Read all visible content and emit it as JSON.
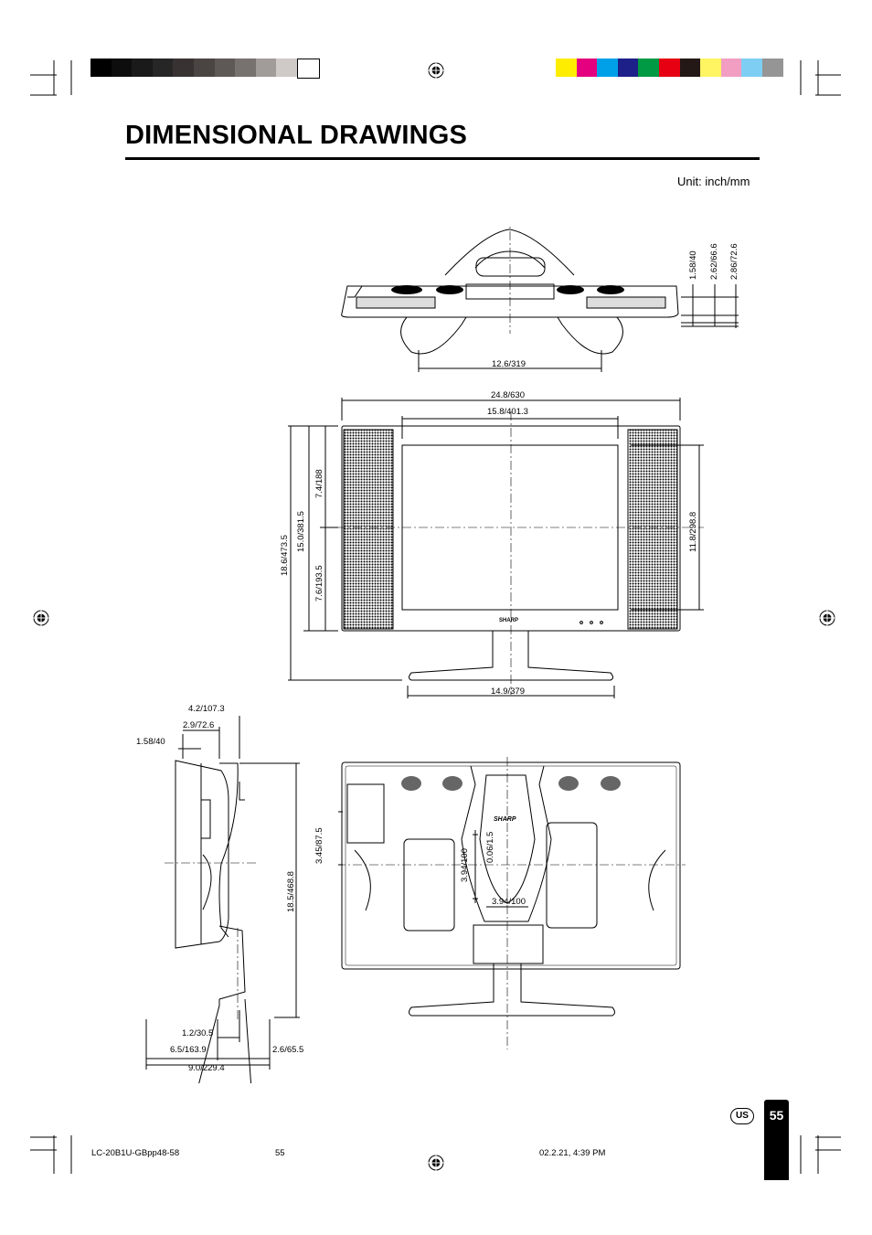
{
  "header": {
    "title": "DIMENSIONAL DRAWINGS",
    "unit_label": "Unit: inch/mm"
  },
  "color_bars": {
    "gray": [
      "#000000",
      "#0d0d0d",
      "#1a1a1a",
      "#262626",
      "#383332",
      "#4a4442",
      "#5e5856",
      "#77716f",
      "#a19b99",
      "#cfc9c7",
      "#ffffff"
    ],
    "color": [
      "#ffed00",
      "#e4007f",
      "#00a0e9",
      "#1d2088",
      "#009944",
      "#e60012",
      "#231815",
      "#fff462",
      "#f19ec2",
      "#7ecef4",
      "#959595"
    ]
  },
  "top_view": {
    "width_label": "12.6/319",
    "depth_labels": [
      "1.58/40",
      "2.62/66.6",
      "2.86/72.6"
    ]
  },
  "front_view": {
    "overall_width": "24.8/630",
    "screen_width": "15.8/401.3",
    "stand_width": "14.9/379",
    "overall_height": "18.6/473.5",
    "body_height": "15.0/381.5",
    "upper_half": "7.4/188",
    "lower_half": "7.6/193.5",
    "screen_height": "11.8/298.8",
    "brand": "SHARP"
  },
  "side_view": {
    "top_labels": [
      "4.2/107.3",
      "2.9/72.6",
      "1.58/40"
    ],
    "height": "18.5/468.8",
    "bottom_labels": [
      "1.2/30.5",
      "6.5/163.9",
      "2.6/65.5",
      "9.0/229.4"
    ]
  },
  "rear_view": {
    "offset": "3.45/87.5",
    "vesa_h": "3.94/100",
    "vesa_v": "3.94/100",
    "hole": "0.06/1.5",
    "brand": "SHARP"
  },
  "footer": {
    "us_badge": "US",
    "page_number": "55",
    "file_name": "LC-20B1U-GBpp48-58",
    "file_page": "55",
    "timestamp": "02.2.21, 4:39 PM"
  }
}
